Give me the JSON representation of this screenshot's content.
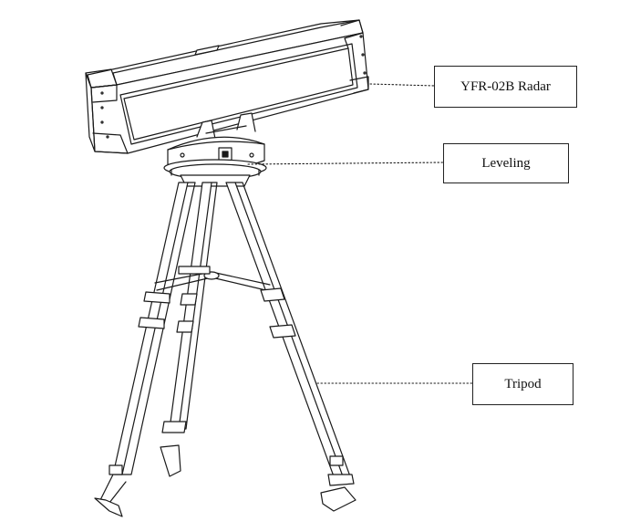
{
  "labels": {
    "radar": "YFR-02B Radar",
    "leveling": "Leveling",
    "tripod": "Tripod"
  },
  "colors": {
    "line": "#1a1a1a",
    "background": "#ffffff"
  }
}
